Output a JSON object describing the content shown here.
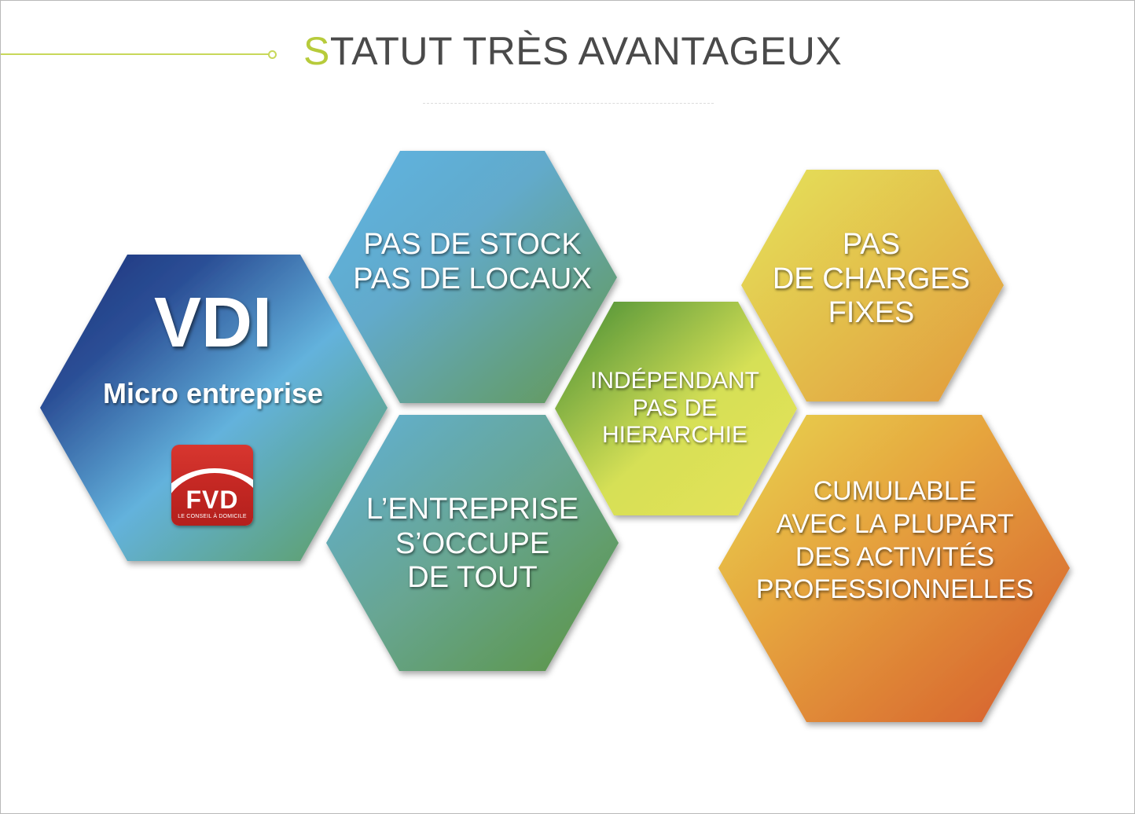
{
  "slide": {
    "title_first_letter": "S",
    "title_rest": "TATUT TRÈS AVANTAGEUX",
    "accent_color": "#b7cb3b"
  },
  "hexagons": {
    "vdi": {
      "title": "VDI",
      "subtitle": "Micro entreprise",
      "logo_text": "FVD",
      "logo_tagline": "LE CONSEIL À DOMICILE"
    },
    "stock": {
      "lines": [
        "PAS DE STOCK",
        "PAS DE LOCAUX"
      ]
    },
    "entreprise": {
      "lines": [
        "L’ENTREPRISE",
        "S’OCCUPE",
        "DE TOUT"
      ]
    },
    "independant": {
      "lines": [
        "INDÉPENDANT",
        "PAS DE",
        "HIERARCHIE"
      ]
    },
    "charges": {
      "lines": [
        "PAS",
        "DE CHARGES",
        "FIXES"
      ]
    },
    "cumulable": {
      "lines": [
        "CUMULABLE",
        "AVEC LA PLUPART",
        "DES ACTIVITÉS",
        "PROFESSIONNELLES"
      ]
    }
  }
}
